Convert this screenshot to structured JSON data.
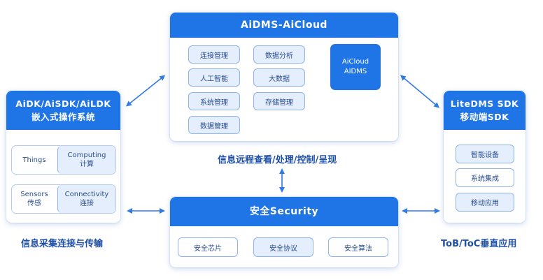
{
  "cloud": {
    "title": "AiDMS-AiCloud",
    "col1": [
      "连接管理",
      "人工智能",
      "系统管理",
      "数据管理"
    ],
    "col2": [
      "数据分析",
      "大数据",
      "存储管理"
    ],
    "side_line1": "AiCloud",
    "side_line2": "AIDMS"
  },
  "cloud_caption": "信息远程查看/处理/控制/呈现",
  "left": {
    "title_line1": "AiDK/AiSDK/AiLDK",
    "title_line2": "嵌入式操作系统",
    "pairs": [
      {
        "left": "Things",
        "right_line1": "Computing",
        "right_line2": "计算"
      },
      {
        "left_line1": "Sensors",
        "left_line2": "传感",
        "right_line1": "Connectivity",
        "right_line2": "连接"
      }
    ]
  },
  "left_caption": "信息采集连接与传输",
  "right": {
    "title_line1": "LiteDMS SDK",
    "title_line2": "移动端SDK",
    "items": [
      "智能设备",
      "系统集成",
      "移动应用"
    ]
  },
  "right_caption": "ToB/ToC垂直应用",
  "security": {
    "title": "安全Security",
    "items": [
      "安全芯片",
      "安全协议",
      "安全算法"
    ]
  },
  "colors": {
    "accent": "#1f74e6",
    "chip_border": "#8fb3ee",
    "chip_fill": "#e4eefc",
    "caption": "#1e4fa8"
  }
}
